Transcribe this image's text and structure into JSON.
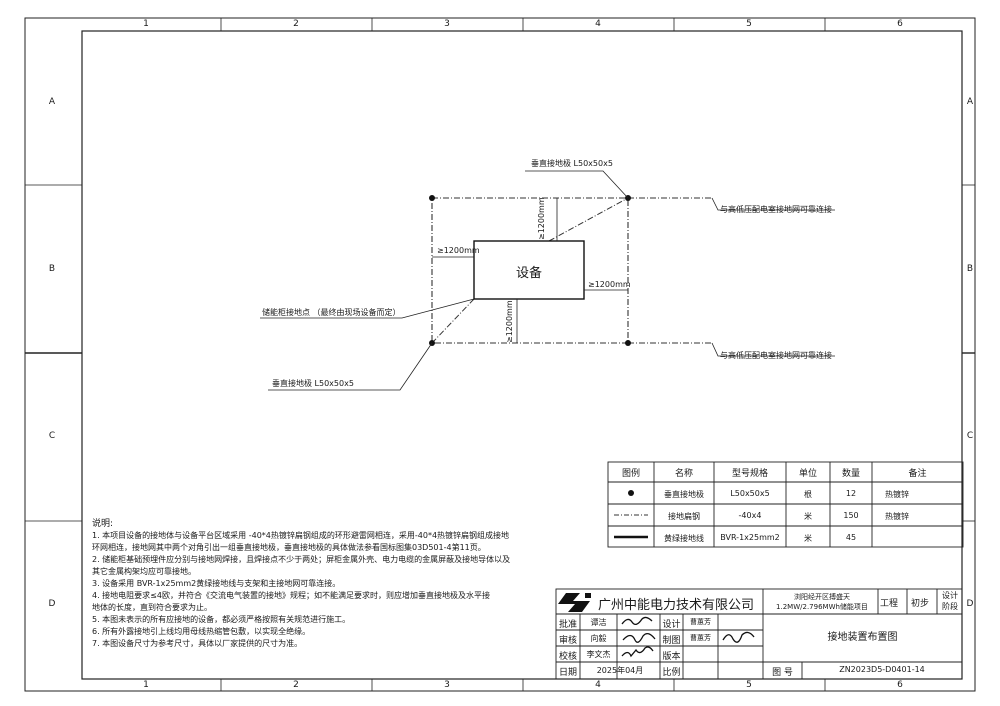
{
  "zones": {
    "columns": [
      "1",
      "2",
      "3",
      "4",
      "5",
      "6"
    ],
    "rows": [
      "A",
      "B",
      "C",
      "D"
    ]
  },
  "diagram": {
    "equipment_label": "设备",
    "dim_top": "≥1200mm",
    "dim_left": "≥1200mm",
    "dim_right": "≥1200mm",
    "dim_bottom": "≥1200mm",
    "callout_top_electrode": "垂直接地极 L50x50x5",
    "callout_right_top": "与高低压配电室接地网可靠连接",
    "callout_right_bottom": "与高低压配电室接地网可靠连接",
    "callout_ground_point": "储能柜接地点 （最终由现场设备而定）",
    "callout_bottom_electrode": "垂直接地极 L50x50x5"
  },
  "legend": {
    "headers": [
      "图例",
      "名称",
      "型号规格",
      "单位",
      "数量",
      "备注"
    ],
    "rows": [
      {
        "symbol": "dot",
        "name": "垂直接地极",
        "spec": "L50x50x5",
        "unit": "根",
        "qty": "12",
        "remark": "热镀锌"
      },
      {
        "symbol": "dashed",
        "name": "接地扁钢",
        "spec": "-40x4",
        "unit": "米",
        "qty": "150",
        "remark": "热镀锌"
      },
      {
        "symbol": "solid",
        "name": "黄绿接地线",
        "spec": "BVR-1x25mm2",
        "unit": "米",
        "qty": "45",
        "remark": ""
      }
    ]
  },
  "notes": {
    "title": "说明:",
    "lines": [
      "1. 本项目设备的接地体与设备平台区域采用 -40*4热镀锌扁钢组成的环形避雷网相连，采用-40*4热镀锌扁钢组成接地",
      "环网相连，接地网其中两个对角引出一组垂直接地极，垂直接地极的具体做法参看国标图集03D501-4第11页。",
      "2. 储能柜基础预埋件应分别与接地网焊接，且焊接点不少于两处；屏柜金属外壳、电力电缆的金属屏蔽及接地导体以及",
      "其它金属构架均应可靠接地。",
      "3. 设备采用 BVR-1x25mm2黄绿接地线与支架和主接地网可靠连接。",
      "4. 接地电阻要求≤4欧，并符合《交流电气装置的接地》规程；如不能满足要求时，则应增加垂直接地极及水平接",
      "地体的长度，直到符合要求为止。",
      "5. 本图未表示的所有应接地的设备，都必须严格按照有关规范进行施工。",
      "6. 所有外露接地引上线均用母线热缩管包敷，以实现全绝缘。",
      "7. 本图设备尺寸为参考尺寸，具体以厂家提供的尺寸为准。"
    ]
  },
  "title_block": {
    "company": "广州中能电力技术有限公司",
    "project_name": "浏阳经开区搏盛天1.2MW/2.796MWh储能项目",
    "engineering": "工程",
    "stage_value": "初步",
    "stage_label": "设计阶段",
    "drawing_title": "接地装置布置图",
    "roles": [
      {
        "label": "批准",
        "name": "谭洁"
      },
      {
        "label": "审核",
        "name": "向毅"
      },
      {
        "label": "校核",
        "name": "李文杰"
      },
      {
        "label": "日期",
        "name": "2025年04月"
      }
    ],
    "roles2": [
      {
        "label": "设计",
        "name": "曹蕙芳"
      },
      {
        "label": "制图",
        "name": "曹蕙芳"
      },
      {
        "label": "版本",
        "name": ""
      },
      {
        "label": "比例",
        "name": ""
      }
    ],
    "drawing_no_label": "图 号",
    "drawing_no": "ZN2023D5-D0401-14"
  }
}
